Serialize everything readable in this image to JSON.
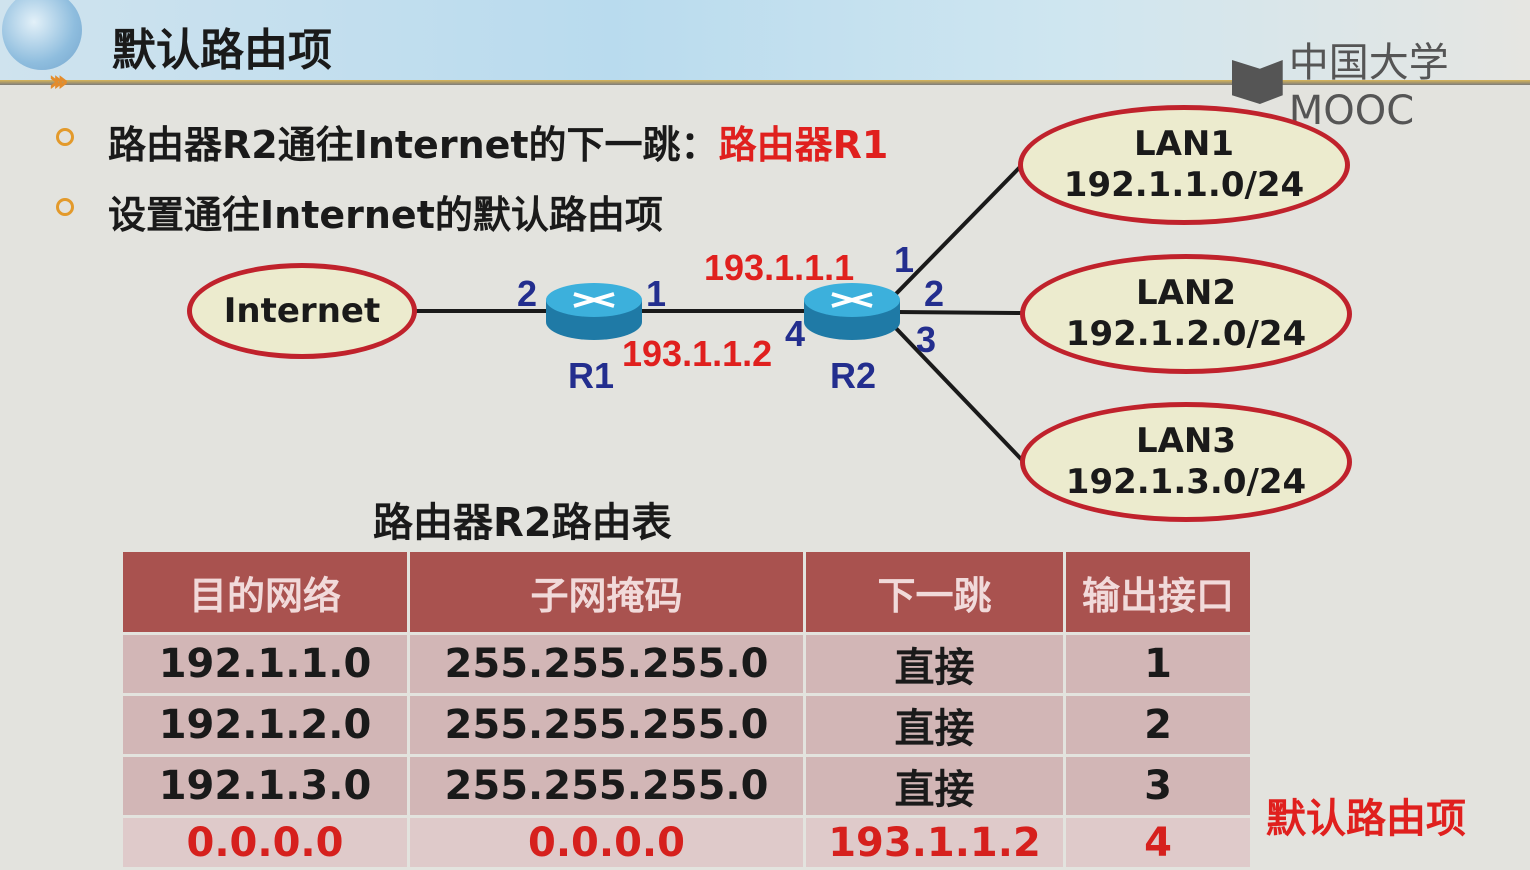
{
  "header": {
    "title": "默认路由项",
    "logo": "中国大学MOOC"
  },
  "bullets": [
    {
      "text": "路由器R2通往Internet的下一跳：",
      "highlight": "路由器R1"
    },
    {
      "text": "设置通往Internet的默认路由项",
      "highlight": ""
    }
  ],
  "diagram": {
    "internet": "Internet",
    "r1": {
      "name": "R1",
      "port_left": "2",
      "port_right": "1"
    },
    "r2": {
      "name": "R2",
      "ports": [
        "1",
        "2",
        "3",
        "4"
      ]
    },
    "ip_r1": "193.1.1.1",
    "ip_r2": "193.1.1.2",
    "lans": [
      {
        "name": "LAN1",
        "net": "192.1.1.0/24"
      },
      {
        "name": "LAN2",
        "net": "192.1.2.0/24"
      },
      {
        "name": "LAN3",
        "net": "192.1.3.0/24"
      }
    ]
  },
  "table": {
    "title": "路由器R2路由表",
    "headers": [
      "目的网络",
      "子网掩码",
      "下一跳",
      "输出接口"
    ],
    "rows": [
      [
        "192.1.1.0",
        "255.255.255.0",
        "直接",
        "1"
      ],
      [
        "192.1.2.0",
        "255.255.255.0",
        "直接",
        "2"
      ],
      [
        "192.1.3.0",
        "255.255.255.0",
        "直接",
        "3"
      ],
      [
        "0.0.0.0",
        "0.0.0.0",
        "193.1.1.2",
        "4"
      ]
    ],
    "default_label": "默认路由项"
  },
  "colors": {
    "accent_red": "#e0201e",
    "port_blue": "#232e8e",
    "header_row": "#a9524f",
    "row": "#d2b6b6"
  }
}
